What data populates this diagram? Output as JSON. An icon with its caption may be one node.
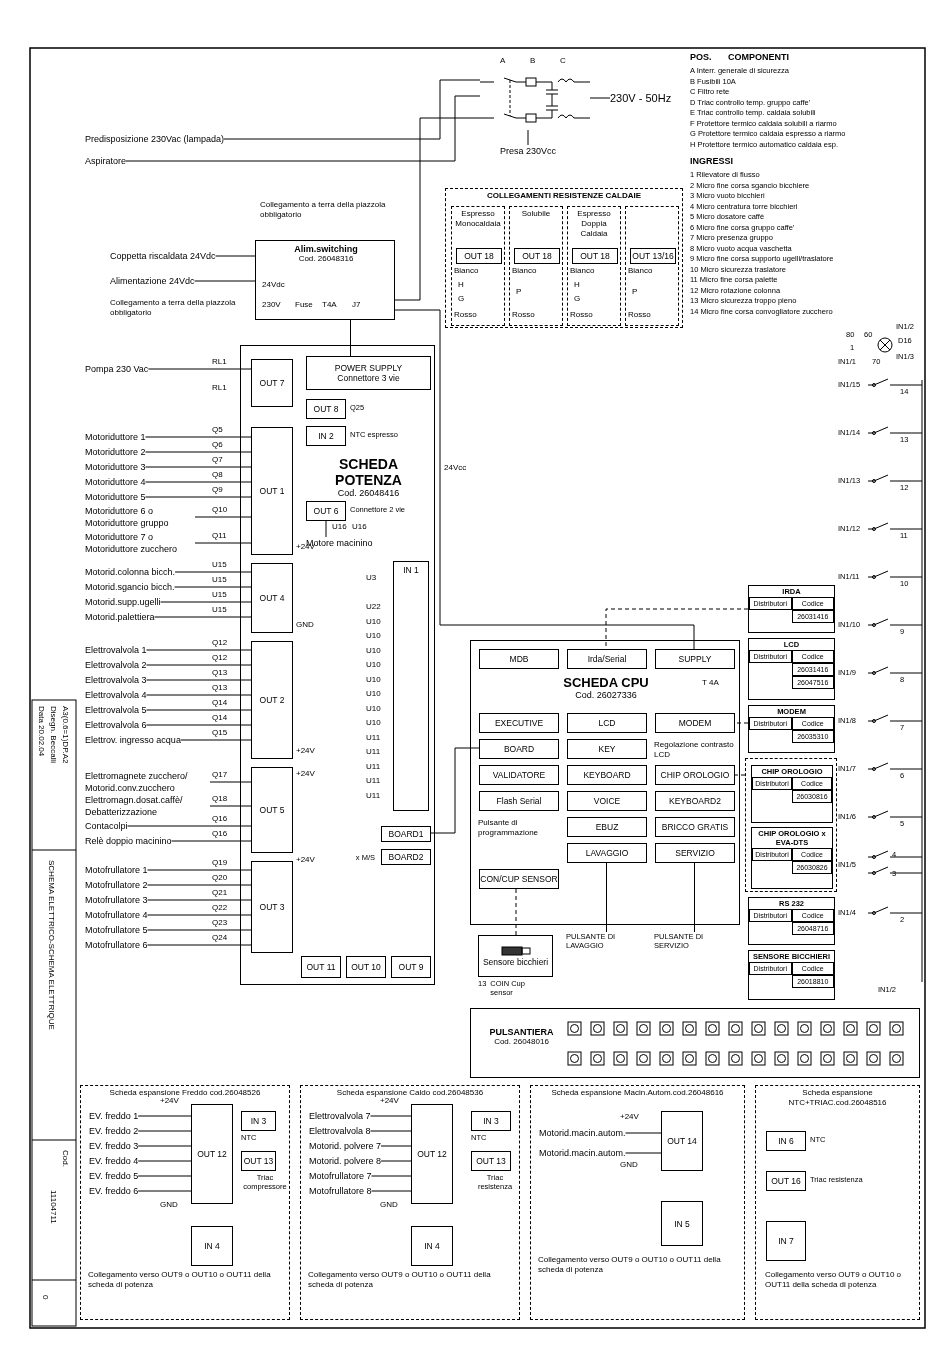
{
  "diagram": {
    "nodes": [
      {
        "text": [
          "Predisposizione 230Vac (lampada)"
        ]
      },
      {
        "text": [
          "Aspiratore"
        ]
      },
      {
        "text": [
          "230V - 50Hz"
        ]
      },
      {
        "text": [
          "Presa 230Vcc"
        ]
      },
      {
        "text": [
          "COLLEGAMENTI RESISTENZE CALDAIE"
        ]
      },
      {
        "text": [
          "Espresso Monocaldaia"
        ],
        "in": 4
      },
      {
        "text": [
          "OUT 18"
        ],
        "in": 5
      },
      {
        "text": [
          "Solubile"
        ],
        "in": 4
      },
      {
        "text": [
          "OUT 18"
        ],
        "in": 7
      },
      {
        "text": [
          "Espresso Doppia Caldaia"
        ],
        "in": 4
      },
      {
        "text": [
          "OUT 18"
        ],
        "in": 9
      },
      {
        "text": [],
        "shape": "box",
        "in": 4
      },
      {
        "text": [
          "OUT 13/16"
        ],
        "in": 11
      },
      {
        "text": [
          "Alim.switching",
          "Cod. 26048316"
        ]
      },
      {
        "text": [
          "Alimentazione 24Vdc"
        ]
      },
      {
        "text": [
          "Coppetta riscaldata 24Vdc"
        ]
      },
      {
        "text": [
          "Pompa 230 Vac"
        ]
      },
      {
        "text": [
          "SCHEDA POTENZA",
          "Cod. 26048416"
        ]
      },
      {
        "text": [
          "OUT 7"
        ],
        "in": 17
      },
      {
        "text": [
          "Motoriduttore 1"
        ]
      },
      {
        "text": [
          "Motoriduttore 2"
        ]
      },
      {
        "text": [
          "Motoriduttore 3"
        ]
      },
      {
        "text": [
          "Motoriduttore 4"
        ]
      },
      {
        "text": [
          "Motoriduttore 5"
        ]
      },
      {
        "text": [
          "Motoriduttore 6 o Motoriduttore gruppo"
        ]
      },
      {
        "text": [
          "Motoriduttore 7 o Motoriduttore zucchero"
        ]
      },
      {
        "text": [
          "OUT 1"
        ],
        "in": 17
      },
      {
        "text": [
          "Motorid.colonna bicch."
        ]
      },
      {
        "text": [
          "Motorid.sgancio bicch."
        ]
      },
      {
        "text": [
          "Motorid.supp.ugelli"
        ]
      },
      {
        "text": [
          "Motorid.palettiera"
        ]
      },
      {
        "text": [
          "OUT 4"
        ],
        "in": 17
      },
      {
        "text": [
          "Elettrovalvola 1"
        ]
      },
      {
        "text": [
          "Elettrovalvola 2"
        ]
      },
      {
        "text": [
          "Elettrovalvola 3"
        ]
      },
      {
        "text": [
          "Elettrovalvola 4"
        ]
      },
      {
        "text": [
          "Elettrovalvola 5"
        ]
      },
      {
        "text": [
          "Elettrovalvola 6"
        ]
      },
      {
        "text": [
          "Elettrov. ingresso acqua"
        ]
      },
      {
        "text": [
          "OUT 2"
        ],
        "in": 17
      },
      {
        "text": [
          "Elettromagnete zucchero/ Motorid.conv.zucchero"
        ]
      },
      {
        "text": [
          "Elettromagn.dosat.caffè/ Debatterizzazione"
        ]
      },
      {
        "text": [
          "Contacolpi"
        ]
      },
      {
        "text": [
          "Relè doppio macinino"
        ]
      },
      {
        "text": [
          "OUT 5"
        ],
        "in": 17
      },
      {
        "text": [
          "Motofrullatore 1"
        ]
      },
      {
        "text": [
          "Motofrullatore 2"
        ]
      },
      {
        "text": [
          "Motofrullatore 3"
        ]
      },
      {
        "text": [
          "Motofrullatore 4"
        ]
      },
      {
        "text": [
          "Motofrullatore 5"
        ]
      },
      {
        "text": [
          "Motofrullatore 6"
        ]
      },
      {
        "text": [
          "OUT 3"
        ],
        "in": 17
      },
      {
        "text": [
          "POWER SUPPLY",
          "Connettore 3 vie"
        ],
        "in": 17
      },
      {
        "text": [
          "OUT 8"
        ],
        "beside": [
          "Q25"
        ],
        "in": 17
      },
      {
        "text": [
          "IN 2"
        ],
        "beside": [
          "NTC espresso"
        ],
        "in": 17
      },
      {
        "text": [
          "OUT 6"
        ],
        "beside": [
          "Connettore 2 vie"
        ],
        "in": 17
      },
      {
        "text": [
          "Motore macinino"
        ],
        "in": 17
      },
      {
        "text": [
          "IN 1"
        ],
        "in": 17
      },
      {
        "text": [
          "BOARD1"
        ],
        "in": 17
      },
      {
        "text": [
          "BOARD2"
        ],
        "beside": [
          "x M/S"
        ],
        "in": 17
      },
      {
        "text": [
          "OUT 11"
        ],
        "in": 17
      },
      {
        "text": [
          "OUT 10"
        ],
        "in": 17
      },
      {
        "text": [
          "OUT 9"
        ],
        "in": 17
      },
      {
        "text": [
          "SCHEDA CPU",
          "Cod. 26027336"
        ]
      },
      {
        "text": [
          "MDB"
        ],
        "in": 63
      },
      {
        "text": [
          "Irda/Serial"
        ],
        "in": 63
      },
      {
        "text": [
          "SUPPLY"
        ],
        "in": 63
      },
      {
        "text": [
          "EXECUTIVE"
        ],
        "in": 63
      },
      {
        "text": [
          "MODEM"
        ],
        "in": 63
      },
      {
        "text": [
          "LCD"
        ],
        "in": 63
      },
      {
        "text": [
          "BOARD"
        ],
        "in": 63
      },
      {
        "text": [
          "KEY"
        ],
        "in": 63
      },
      {
        "text": [
          "VALIDATORE"
        ],
        "in": 63
      },
      {
        "text": [
          "CHIP OROLOGIO"
        ],
        "in": 63
      },
      {
        "text": [
          "KEYBOARD"
        ],
        "in": 63
      },
      {
        "text": [
          "CON/CUP SENSOR"
        ],
        "in": 63
      },
      {
        "text": [
          "VOICE"
        ],
        "in": 63
      },
      {
        "text": [
          "KEYBOARD2"
        ],
        "in": 63
      },
      {
        "text": [
          "Flash Serial"
        ],
        "in": 63
      },
      {
        "text": [
          "EBUZ"
        ],
        "in": 63
      },
      {
        "text": [
          "BRICCO GRATIS"
        ],
        "in": 63
      },
      {
        "text": [
          "LAVAGGIO"
        ],
        "in": 63
      },
      {
        "text": [
          "SERVIZIO"
        ],
        "in": 63
      },
      {
        "text": [
          "IRDA",
          "Distributori",
          "Codice",
          "26031416"
        ]
      },
      {
        "text": [
          "LCD",
          "Distributori",
          "Codice",
          "26031416",
          "26047516"
        ]
      },
      {
        "text": [
          "MODEM",
          "Distributori",
          "Codice",
          "26035310"
        ]
      },
      {
        "text": [],
        "shape": "box"
      },
      {
        "text": [
          "CHIP OROLOGIO",
          "Distributori",
          "Codice",
          "26030816"
        ],
        "in": 86
      },
      {
        "text": [
          "CHIP OROLOGIO x EVA-DTS",
          "Distributori",
          "Codice",
          "26030826"
        ],
        "in": 86
      },
      {
        "text": [
          "RS 232",
          "Distributori",
          "Codice",
          "26048716"
        ]
      },
      {
        "text": [
          "SENSORE BICCHIERI",
          "Distributori",
          "Codice",
          "26018810"
        ]
      },
      {
        "text": [
          "Sensore bicchieri"
        ],
        "beside": [
          "13",
          "COIN Cup sensor"
        ]
      },
      {
        "text": [
          "PULSANTE DI LAVAGGIO"
        ]
      },
      {
        "text": [
          "PULSANTE DI SERVIZIO"
        ]
      },
      {
        "text": [
          "PULSANTIERA",
          "Cod. 26048016"
        ]
      },
      {
        "text": [
          "Scheda espansione Freddo cod.26048526"
        ]
      },
      {
        "text": [
          "EV. freddo 1"
        ],
        "in": 95
      },
      {
        "text": [
          "EV. freddo 2"
        ],
        "in": 95
      },
      {
        "text": [
          "EV. freddo 3"
        ],
        "in": 95
      },
      {
        "text": [
          "EV. freddo 4"
        ],
        "in": 95
      },
      {
        "text": [
          "EV. freddo 5"
        ],
        "in": 95
      },
      {
        "text": [
          "EV. freddo 6"
        ],
        "in": 95
      },
      {
        "text": [
          "OUT 12"
        ],
        "in": 95
      },
      {
        "text": [
          "IN 3"
        ],
        "beside": [
          "NTC"
        ],
        "in": 95
      },
      {
        "text": [
          "OUT 13"
        ],
        "beside": [
          "Triac compressore"
        ],
        "in": 95
      },
      {
        "text": [
          "IN 4"
        ],
        "in": 95
      },
      {
        "text": [
          "Scheda espansione Caldo cod.26048536"
        ]
      },
      {
        "text": [
          "Elettrovalvola 7"
        ],
        "in": 106
      },
      {
        "text": [
          "Elettrovalvola 8"
        ],
        "in": 106
      },
      {
        "text": [
          "Motorid. polvere 7"
        ],
        "in": 106
      },
      {
        "text": [
          "Motorid. polvere 8"
        ],
        "in": 106
      },
      {
        "text": [
          "Motofrullatore 7"
        ],
        "in": 106
      },
      {
        "text": [
          "Motofrullatore 8"
        ],
        "in": 106
      },
      {
        "text": [
          "OUT 12"
        ],
        "in": 106
      },
      {
        "text": [
          "IN 3"
        ],
        "beside": [
          "NTC"
        ],
        "in": 106
      },
      {
        "text": [
          "OUT 13"
        ],
        "beside": [
          "Triac resistenza"
        ],
        "in": 106
      },
      {
        "text": [
          "IN 4"
        ],
        "in": 106
      },
      {
        "text": [
          "Scheda espansione Macin.Autom.cod.26048616"
        ]
      },
      {
        "text": [
          "Motorid.macin.autom."
        ],
        "in": 117
      },
      {
        "text": [
          "Motorid.macin.autom."
        ],
        "in": 117
      },
      {
        "text": [
          "OUT 14"
        ],
        "in": 117
      },
      {
        "text": [
          "IN 5"
        ],
        "in": 117
      },
      {
        "text": [
          "Scheda espansione NTC+TRIAC.cod.26048516"
        ]
      },
      {
        "text": [
          "IN 6"
        ],
        "beside": [
          "NTC"
        ],
        "in": 122
      },
      {
        "text": [
          "OUT 16"
        ],
        "beside": [
          "Triac resistenza"
        ],
        "in": 122
      },
      {
        "text": [
          "IN 7"
        ],
        "in": 122
      },
      {
        "text": [],
        "shape": "picture"
      }
    ],
    "edges": [
      {
        "from": 2,
        "to": 126,
        "arrow": "none"
      },
      {
        "from": 3,
        "to": 126,
        "arrow": "none"
      },
      {
        "from": 0,
        "to": 126,
        "arrow": "none"
      },
      {
        "from": 1,
        "to": 126,
        "arrow": "none"
      },
      {
        "from": 13,
        "to": 126,
        "arrow": "none"
      },
      {
        "from": 13,
        "to": 52,
        "arrow": "none"
      },
      {
        "from": 13,
        "to": 66,
        "arrow": "none",
        "label": "24Vcc"
      },
      {
        "from": 13,
        "to": 14,
        "arrow": "none"
      },
      {
        "from": 13,
        "to": 15,
        "arrow": "none"
      },
      {
        "from": 16,
        "to": 18,
        "arrow": "none"
      },
      {
        "from": 19,
        "to": 26,
        "arrow": "none"
      },
      {
        "from": 20,
        "to": 26,
        "arrow": "none"
      },
      {
        "from": 21,
        "to": 26,
        "arrow": "none"
      },
      {
        "from": 22,
        "to": 26,
        "arrow": "none"
      },
      {
        "from": 23,
        "to": 26,
        "arrow": "none"
      },
      {
        "from": 24,
        "to": 26,
        "arrow": "none"
      },
      {
        "from": 25,
        "to": 26,
        "arrow": "none"
      },
      {
        "from": 27,
        "to": 31,
        "arrow": "none"
      },
      {
        "from": 28,
        "to": 31,
        "arrow": "none"
      },
      {
        "from": 29,
        "to": 31,
        "arrow": "none"
      },
      {
        "from": 30,
        "to": 31,
        "arrow": "none"
      },
      {
        "from": 32,
        "to": 39,
        "arrow": "none"
      },
      {
        "from": 33,
        "to": 39,
        "arrow": "none"
      },
      {
        "from": 34,
        "to": 39,
        "arrow": "none"
      },
      {
        "from": 35,
        "to": 39,
        "arrow": "none"
      },
      {
        "from": 36,
        "to": 39,
        "arrow": "none"
      },
      {
        "from": 37,
        "to": 39,
        "arrow": "none"
      },
      {
        "from": 38,
        "to": 39,
        "arrow": "none"
      },
      {
        "from": 40,
        "to": 44,
        "arrow": "none"
      },
      {
        "from": 41,
        "to": 44,
        "arrow": "none"
      },
      {
        "from": 42,
        "to": 44,
        "arrow": "none"
      },
      {
        "from": 43,
        "to": 44,
        "arrow": "none"
      },
      {
        "from": 45,
        "to": 51,
        "arrow": "none"
      },
      {
        "from": 46,
        "to": 51,
        "arrow": "none"
      },
      {
        "from": 47,
        "to": 51,
        "arrow": "none"
      },
      {
        "from": 48,
        "to": 51,
        "arrow": "none"
      },
      {
        "from": 49,
        "to": 51,
        "arrow": "none"
      },
      {
        "from": 50,
        "to": 51,
        "arrow": "none"
      },
      {
        "from": 55,
        "to": 56,
        "arrow": "none"
      },
      {
        "from": 70,
        "to": 58,
        "arrow": "none"
      },
      {
        "from": 83,
        "to": 65,
        "arrow": "none",
        "style": "dashed"
      },
      {
        "from": 85,
        "to": 68,
        "arrow": "none",
        "style": "dashed"
      },
      {
        "from": 86,
        "to": 73,
        "arrow": "none",
        "style": "dashed"
      },
      {
        "from": 75,
        "to": 91,
        "arrow": "none",
        "style": "dashed"
      },
      {
        "from": 81,
        "to": 92,
        "arrow": "none"
      },
      {
        "from": 82,
        "to": 93,
        "arrow": "none"
      },
      {
        "from": 96,
        "to": 102,
        "arrow": "none"
      },
      {
        "from": 97,
        "to": 102,
        "arrow": "none"
      },
      {
        "from": 98,
        "to": 102,
        "arrow": "none"
      },
      {
        "from": 99,
        "to": 102,
        "arrow": "none"
      },
      {
        "from": 100,
        "to": 102,
        "arrow": "none"
      },
      {
        "from": 101,
        "to": 102,
        "arrow": "none"
      },
      {
        "from": 107,
        "to": 113,
        "arrow": "none"
      },
      {
        "from": 108,
        "to": 113,
        "arrow": "none"
      },
      {
        "from": 109,
        "to": 113,
        "arrow": "none"
      },
      {
        "from": 110,
        "to": 113,
        "arrow": "none"
      },
      {
        "from": 111,
        "to": 113,
        "arrow": "none"
      },
      {
        "from": 112,
        "to": 113,
        "arrow": "none"
      },
      {
        "from": 118,
        "to": 120,
        "arrow": "none"
      },
      {
        "from": 119,
        "to": 120,
        "arrow": "none"
      }
    ],
    "labels": [
      "POS.",
      "COMPONENTI",
      "A Interr. generale di sicurezza",
      "B Fusibili 10A",
      "C Filtro rete",
      "D Triac controllo temp. gruppo caffe'",
      "E Triac controllo temp. caldaia solubili",
      "F Protettore termico caldaia solubili a riarmo",
      "G Protettore termico caldaia espresso a riarmo",
      "H Protettore termico automatico caldaia esp.",
      "INGRESSI",
      "1 Rilevatore di flusso",
      "2 Micro fine corsa sgancio bicchiere",
      "3 Micro vuoto bicchieri",
      "4 Micro centratura torre bicchieri",
      "5 Micro dosatore caffè",
      "6 Micro fine corsa gruppo caffe'",
      "7 Micro presenza gruppo",
      "8 Micro vuoto acqua vaschetta",
      "9 Micro fine corsa supporto ugelli/traslatore",
      "10 Micro sicurezza traslatore",
      "11 Micro fine corsa palette",
      "12 Micro rotazione colonna",
      "13 Micro sicurezza troppo pieno",
      "14 Micro fine corsa convogliatore zucchero",
      "A",
      "B",
      "C",
      "Bianco",
      "H",
      "G",
      "Rosso",
      "Bianco",
      "P",
      "Rosso",
      "Bianco",
      "H",
      "G",
      "Rosso",
      "Bianco",
      "P",
      "Rosso",
      "230V",
      "Fuse",
      "T4A",
      "J7",
      "24Vdc",
      "Collegamento a terra della piazzola obbligatorio",
      "Collegamento a terra della piazzola obbligatorio",
      "RL1",
      "RL1",
      "Q5",
      "Q6",
      "Q7",
      "Q8",
      "Q9",
      "Q10",
      "Q11",
      "+24V",
      "U15",
      "U15",
      "U15",
      "U15",
      "GND",
      "Q12",
      "Q12",
      "Q13",
      "Q13",
      "Q14",
      "Q14",
      "Q15",
      "+24V",
      "+24V",
      "Q17",
      "Q18",
      "Q16",
      "Q16",
      "+24V",
      "Q19",
      "Q20",
      "Q21",
      "Q22",
      "Q23",
      "Q24",
      "U16",
      "U16",
      "U3",
      "U22",
      "U10",
      "U10",
      "U10",
      "U10",
      "U10",
      "U10",
      "U10",
      "U10",
      "U11",
      "U11",
      "U11",
      "U11",
      "U11",
      "IN1/2",
      "80",
      "60",
      "1",
      "D16",
      "IN1/1",
      "70",
      "IN1/3",
      "IN1/15",
      "14",
      "IN1/14",
      "13",
      "IN1/13",
      "12",
      "IN1/12",
      "11",
      "IN1/11",
      "10",
      "IN1/10",
      "9",
      "IN1/9",
      "8",
      "IN1/8",
      "7",
      "IN1/7",
      "6",
      "IN1/6",
      "5",
      "IN1/5",
      "4",
      "3",
      "IN1/4",
      "2",
      "IN1/2",
      "T 4A",
      "Regolazione contrasto LCD",
      "Pulsante di programmazione",
      "Data 20.02.04",
      "Disegn. Beccalli",
      "A3(0.6=1)DP.A2",
      "SCHEMA ELETTRICO-SCHEMA ELETTRIQUE",
      "Cod.",
      "11104711",
      "0",
      "+24V",
      "GND",
      "Collegamento verso OUT9 o OUT10 o OUT11 della scheda di potenza",
      "+24V",
      "GND",
      "Collegamento verso OUT9 o OUT10 o OUT11 della scheda di potenza",
      "+24V",
      "GND",
      "Collegamento verso OUT9 o OUT10 o OUT11 della scheda di potenza",
      "Collegamento verso OUT9 o OUT10 o OUT11 della scheda di potenza"
    ]
  }
}
